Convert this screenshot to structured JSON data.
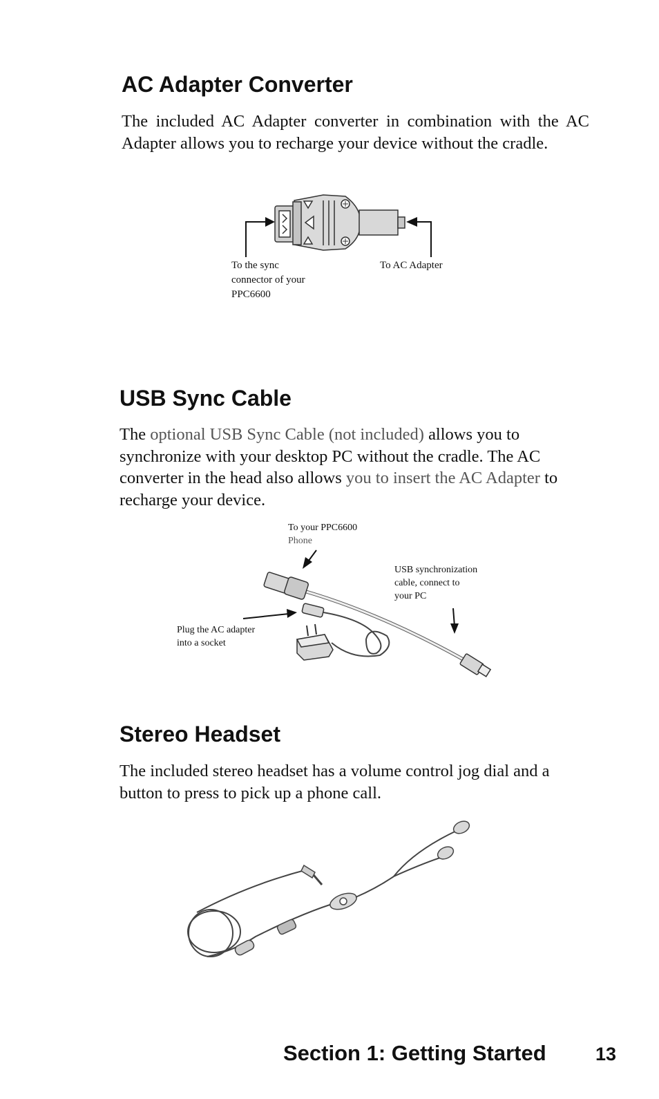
{
  "sections": {
    "ac": {
      "title": "AC Adapter Converter",
      "body": "The included AC Adapter converter in combination with the AC  Adapter allows you to recharge your device without the cradle.",
      "label_left": [
        "To the sync",
        "connector of your",
        "PPC6600"
      ],
      "label_right": "To AC Adapter"
    },
    "usb": {
      "title": "USB Sync Cable",
      "body_parts": [
        "The ",
        "optional USB Sync Cable (not included)",
        " allows you to synchronize with your desktop PC without the cradle. The AC converter in the head also allows ",
        "you to insert the AC Adapter",
        " to recharge your device."
      ],
      "label_phone": [
        "To your PPC6600",
        "Phone"
      ],
      "label_usb": [
        "USB synchronization",
        "cable, connect to",
        "your PC"
      ],
      "label_plug": [
        "Plug the AC adapter",
        "into a socket"
      ]
    },
    "headset": {
      "title": "Stereo Headset",
      "body": "The included stereo headset has a volume control jog dial and a button to press to pick up a phone call."
    }
  },
  "footer": {
    "section": "Section 1: Getting Started",
    "page": "13"
  }
}
